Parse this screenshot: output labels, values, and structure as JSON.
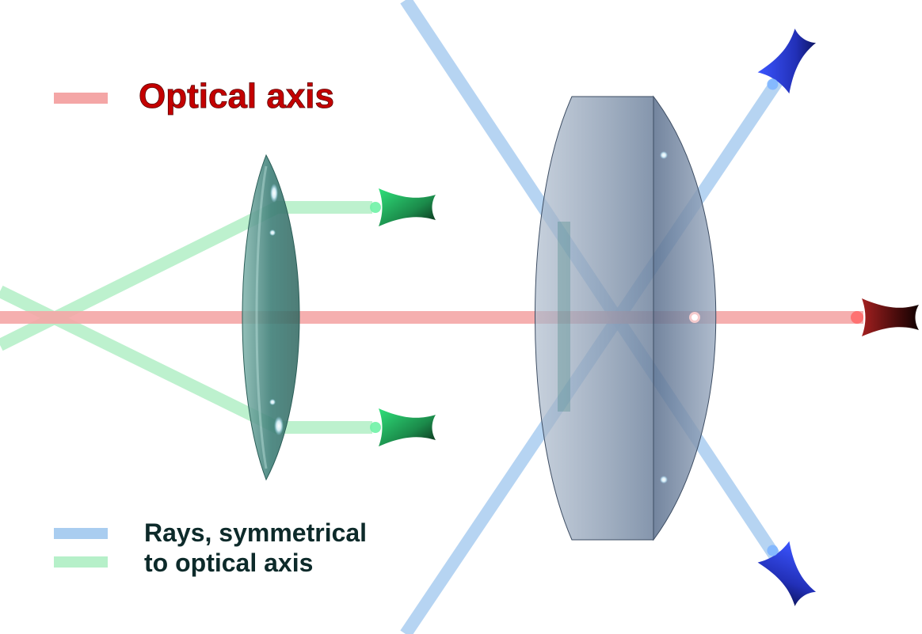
{
  "legend": {
    "optical_axis": {
      "label": "Optical axis",
      "color": "#f4a6a6",
      "text_color": "#c40000"
    },
    "rays": {
      "line1": "Rays, symmetrical",
      "line2": "to optical axis",
      "blue_color": "#a9cdf0",
      "green_color": "#b6f0c9",
      "text_color": "#0d2a2a"
    }
  },
  "colors": {
    "small_lens": "#4f8f86",
    "large_lens": "#5f7694",
    "green_emitter": "#2ecc71",
    "blue_emitter": "#2a3ee0",
    "red_emitter": "#8b1a1a"
  },
  "icons": {
    "emitter": "cone-emitter-icon"
  }
}
